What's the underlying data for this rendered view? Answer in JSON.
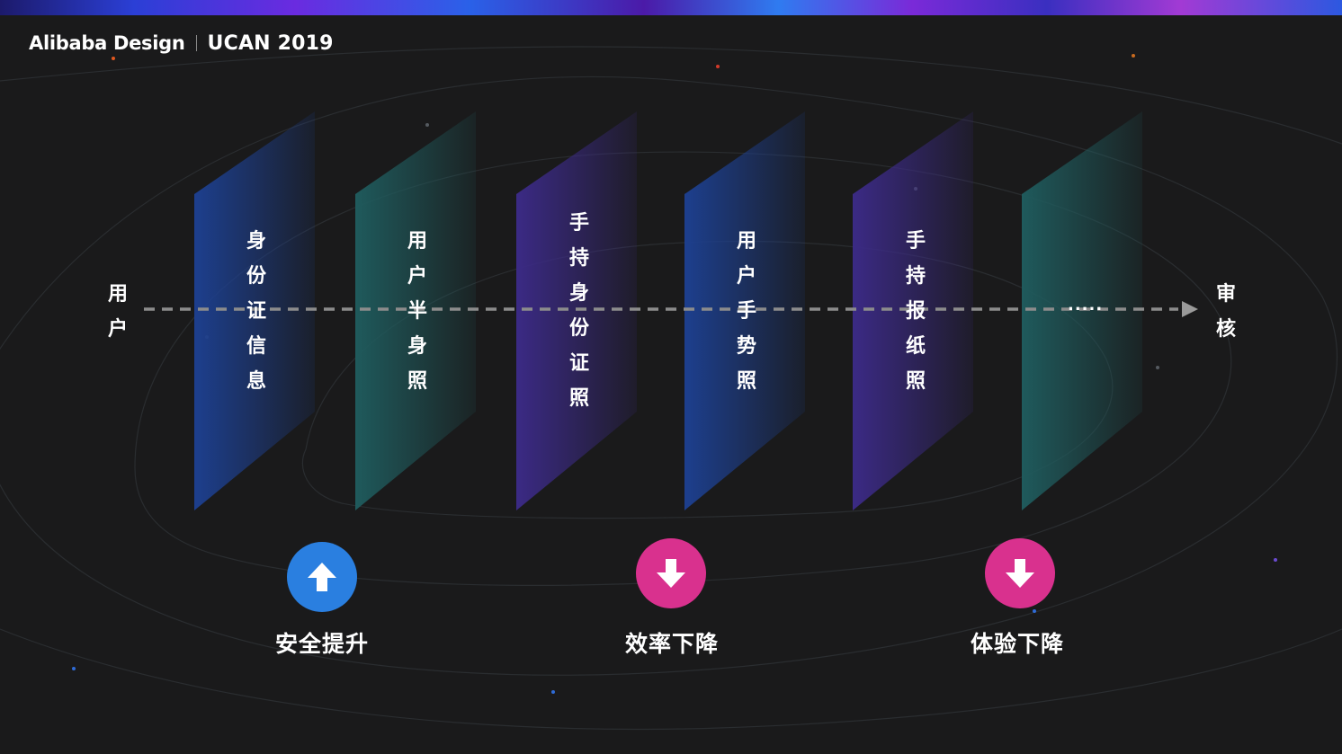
{
  "header": {
    "brand": "Alibaba Design",
    "event": "UCAN 2019"
  },
  "colors": {
    "blue_panel": "#1d3f8e",
    "teal_panel": "#1f5458",
    "purple_panel": "#3b2a85",
    "up_badge": "#2a7fe0",
    "down_badge": "#d9318e"
  },
  "flow": {
    "start_label": "用户",
    "end_label": "审核",
    "ellipsis": "....."
  },
  "panels": [
    {
      "text": "身份证信息",
      "color": "blue"
    },
    {
      "text": "用户半身照",
      "color": "teal"
    },
    {
      "text": "手持身份证照",
      "color": "purple"
    },
    {
      "text": "用户手势照",
      "color": "blue"
    },
    {
      "text": "手持报纸照",
      "color": "purple"
    },
    {
      "text": "",
      "color": "teal"
    }
  ],
  "outcomes": [
    {
      "label": "安全提升",
      "icon": "arrow-up-icon",
      "color": "#2a7fe0"
    },
    {
      "label": "效率下降",
      "icon": "arrow-down-icon",
      "color": "#d9318e"
    },
    {
      "label": "体验下降",
      "icon": "arrow-down-icon",
      "color": "#d9318e"
    }
  ]
}
